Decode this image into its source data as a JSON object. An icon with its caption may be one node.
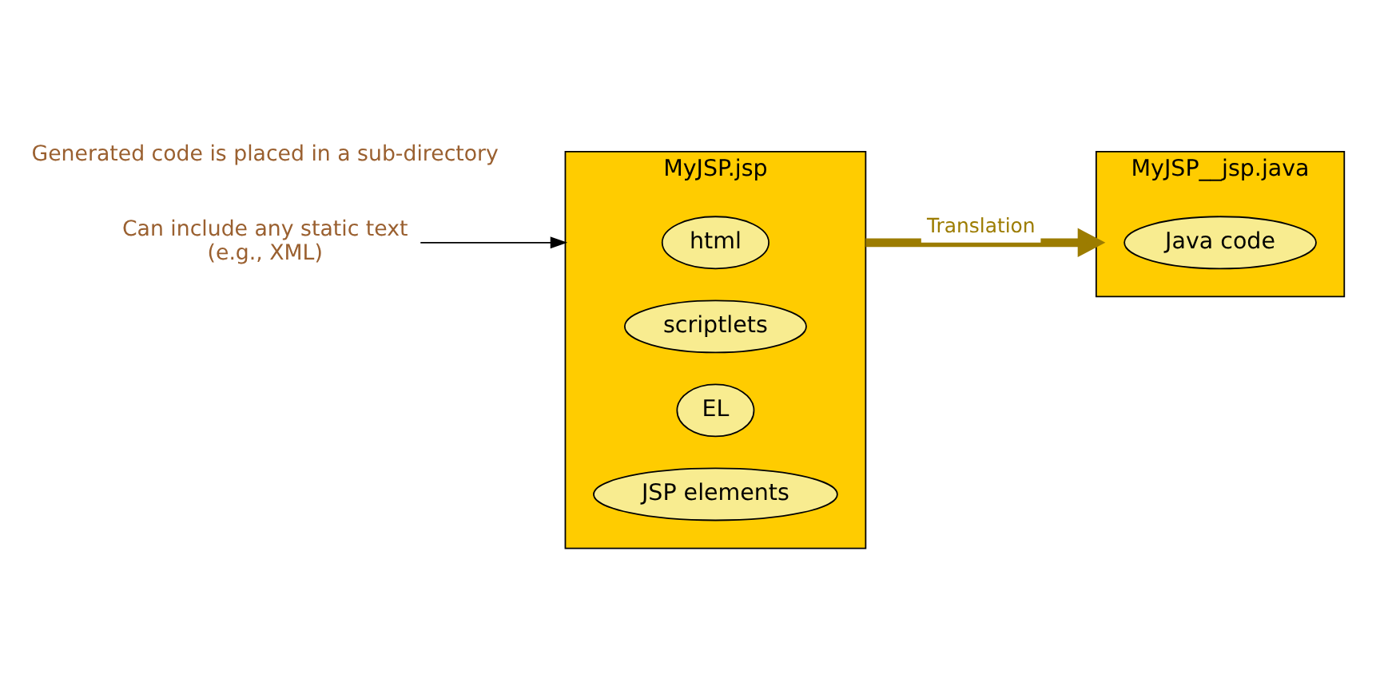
{
  "diagram": {
    "nodes": [
      {
        "text": [
          "MyJSP.jsp"
        ]
      },
      {
        "text": [
          "html"
        ],
        "in": 0
      },
      {
        "text": [
          "scriptlets"
        ],
        "in": 0
      },
      {
        "text": [
          "EL"
        ],
        "in": 0
      },
      {
        "text": [
          "JSP elements"
        ],
        "in": 0
      },
      {
        "text": [
          "MyJSP__jsp.java"
        ]
      },
      {
        "text": [
          "Java code"
        ],
        "in": 5
      },
      {
        "text": [
          "Can include any static text (e.g., XML)"
        ]
      }
    ],
    "edges": [
      {
        "from": 7,
        "to": 0,
        "arrow": "to"
      },
      {
        "from": 0,
        "to": 5,
        "arrow": "to",
        "label": "Translation",
        "style": "thick",
        "color": "#9c7c00"
      }
    ],
    "labels": [
      "Generated code is placed in a sub-directory"
    ]
  }
}
